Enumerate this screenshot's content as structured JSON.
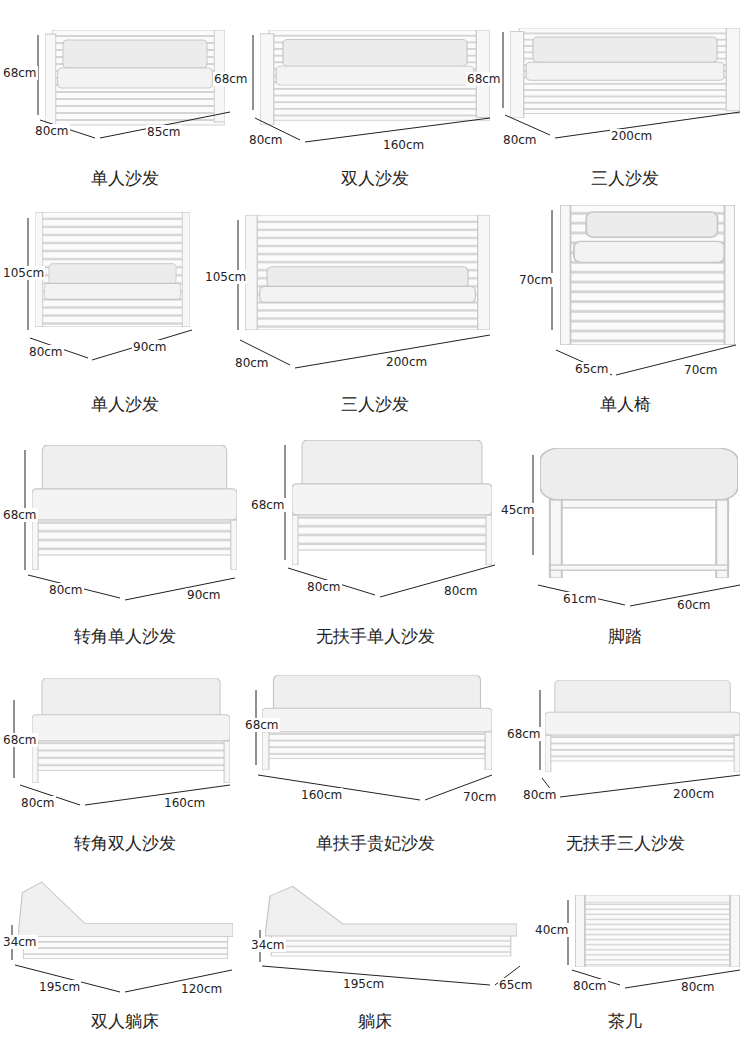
{
  "diagram": {
    "labels": [
      "68cm",
      "80cm",
      "85cm",
      "单人沙发",
      "68cm",
      "80cm",
      "160cm",
      "双人沙发",
      "68cm",
      "80cm",
      "200cm",
      "三人沙发",
      "105cm",
      "80cm",
      "90cm",
      "单人沙发",
      "105cm",
      "80cm",
      "200cm",
      "三人沙发",
      "70cm",
      "65cm",
      "70cm",
      "单人椅",
      "68cm",
      "80cm",
      "90cm",
      "转角单人沙发",
      "68cm",
      "80cm",
      "80cm",
      "无扶手单人沙发",
      "45cm",
      "61cm",
      "60cm",
      "脚踏",
      "68cm",
      "80cm",
      "160cm",
      "转角双人沙发",
      "68cm",
      "160cm",
      "70cm",
      "单扶手贵妃沙发",
      "68cm",
      "80cm",
      "200cm",
      "无扶手三人沙发",
      "34cm",
      "195cm",
      "120cm",
      "双人躺床",
      "34cm",
      "195cm",
      "65cm",
      "躺床",
      "40cm",
      "80cm",
      "80cm",
      "茶几"
    ]
  }
}
